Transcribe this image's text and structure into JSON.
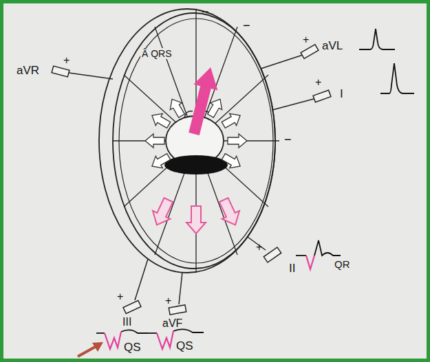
{
  "diagram": {
    "labels": [
      "aVL",
      "+",
      "I",
      "+",
      "aVR",
      "+",
      "Â QRS",
      "II",
      "+",
      "QR",
      "III",
      "+",
      "aVF",
      "+",
      "QS",
      "QS",
      "−",
      "−",
      "−"
    ]
  }
}
